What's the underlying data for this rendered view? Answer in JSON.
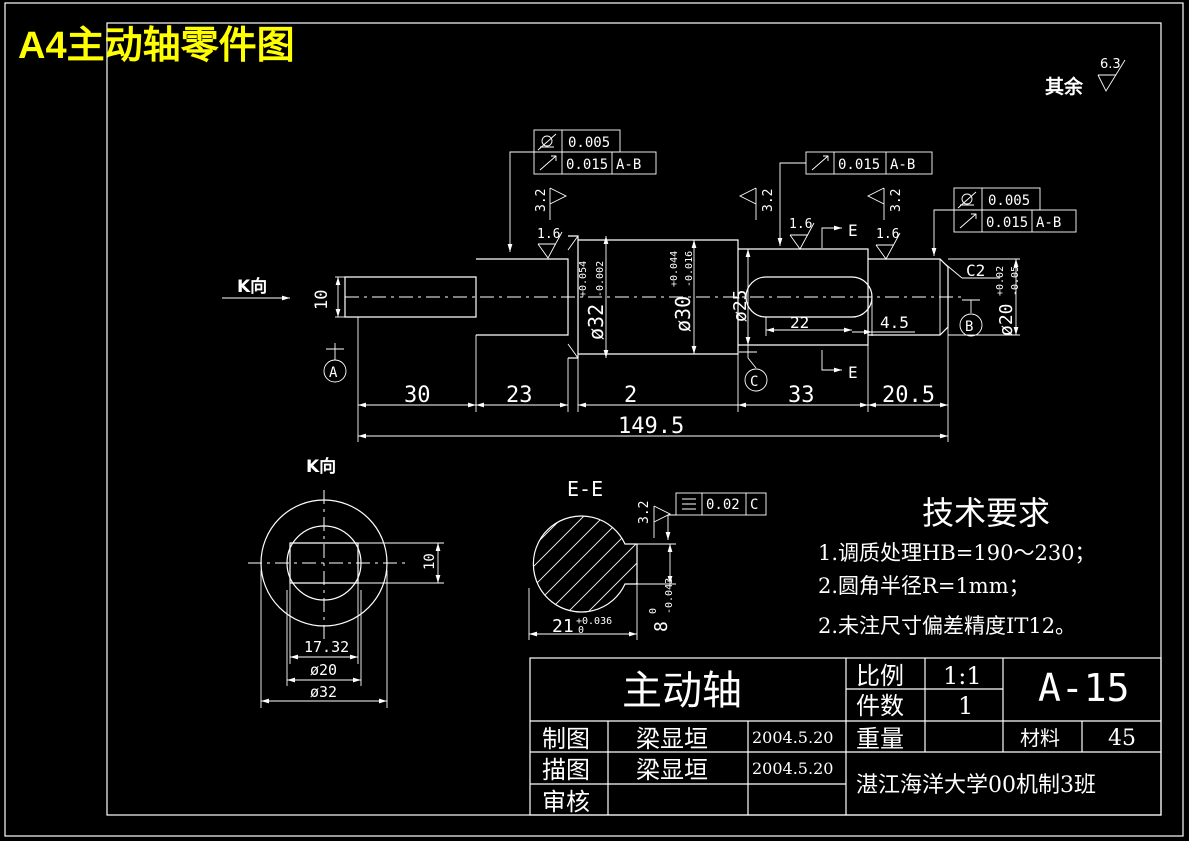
{
  "title": "A4主动轴零件图",
  "roughness_general": {
    "label": "其余",
    "value": "6.3"
  },
  "view_direction": {
    "label": "K向"
  },
  "section_label": "E-E",
  "main_view": {
    "datums": [
      "A",
      "B",
      "C"
    ],
    "section_marks": [
      "E",
      "E"
    ],
    "dims": {
      "d10": "10",
      "d30": "30",
      "d23": "23",
      "d2": "2",
      "d33": "33",
      "d20_5": "20.5",
      "total": "149.5",
      "d22": "22",
      "d4_5": "4.5",
      "phi32": "ø32",
      "phi32_tol_up": "+0.054",
      "phi32_tol_low": "-0.002",
      "phi30": "ø30",
      "phi30_tol_up": "+0.044",
      "phi30_tol_low": "-0.016",
      "phi25": "ø25",
      "phi20": "ø20",
      "phi20_tol_up": "+0.02",
      "phi20_tol_low": "-0.05",
      "chamfer": "C2"
    },
    "roughness": [
      "3.2",
      "1.6",
      "3.2",
      "1.6",
      "3.2",
      "1.6"
    ],
    "tolerance_frames": [
      {
        "rows": [
          [
            "0.005"
          ],
          [
            "0.015",
            "A-B"
          ]
        ]
      },
      {
        "rows": [
          [
            "0.015",
            "A-B"
          ]
        ]
      },
      {
        "rows": [
          [
            "0.005"
          ],
          [
            "0.015",
            "A-B"
          ]
        ]
      }
    ]
  },
  "k_view": {
    "dims": {
      "d10": "10",
      "d17_32": "17.32",
      "phi20": "ø20",
      "phi32": "ø32"
    }
  },
  "section_view": {
    "roughness": "3.2",
    "frame": {
      "value": "0.02",
      "datum": "C"
    },
    "dims": {
      "d21": "21",
      "d21_tol": "+0.036",
      "d21_tol0": "0",
      "d8": "8",
      "d8_tol0": "0",
      "d8_tol": "-0.043"
    }
  },
  "tech_req": {
    "title": "技术要求",
    "items": [
      "1.调质处理HB=190～230；",
      "2.圆角半径R=1mm；",
      "2.未注尺寸偏差精度IT12。"
    ]
  },
  "title_block": {
    "part_name": "主动轴",
    "scale_label": "比例",
    "scale_value": "1:1",
    "count_label": "件数",
    "count_value": "1",
    "drawing_no": "A-15",
    "drafted_label": "制图",
    "drafted_name": "梁显垣",
    "drafted_date": "2004.5.20",
    "traced_label": "描图",
    "traced_name": "梁显垣",
    "traced_date": "2004.5.20",
    "checked_label": "审核",
    "weight_label": "重量",
    "material_label": "材料",
    "material_value": "45",
    "school": "湛江海洋大学00机制3班"
  }
}
